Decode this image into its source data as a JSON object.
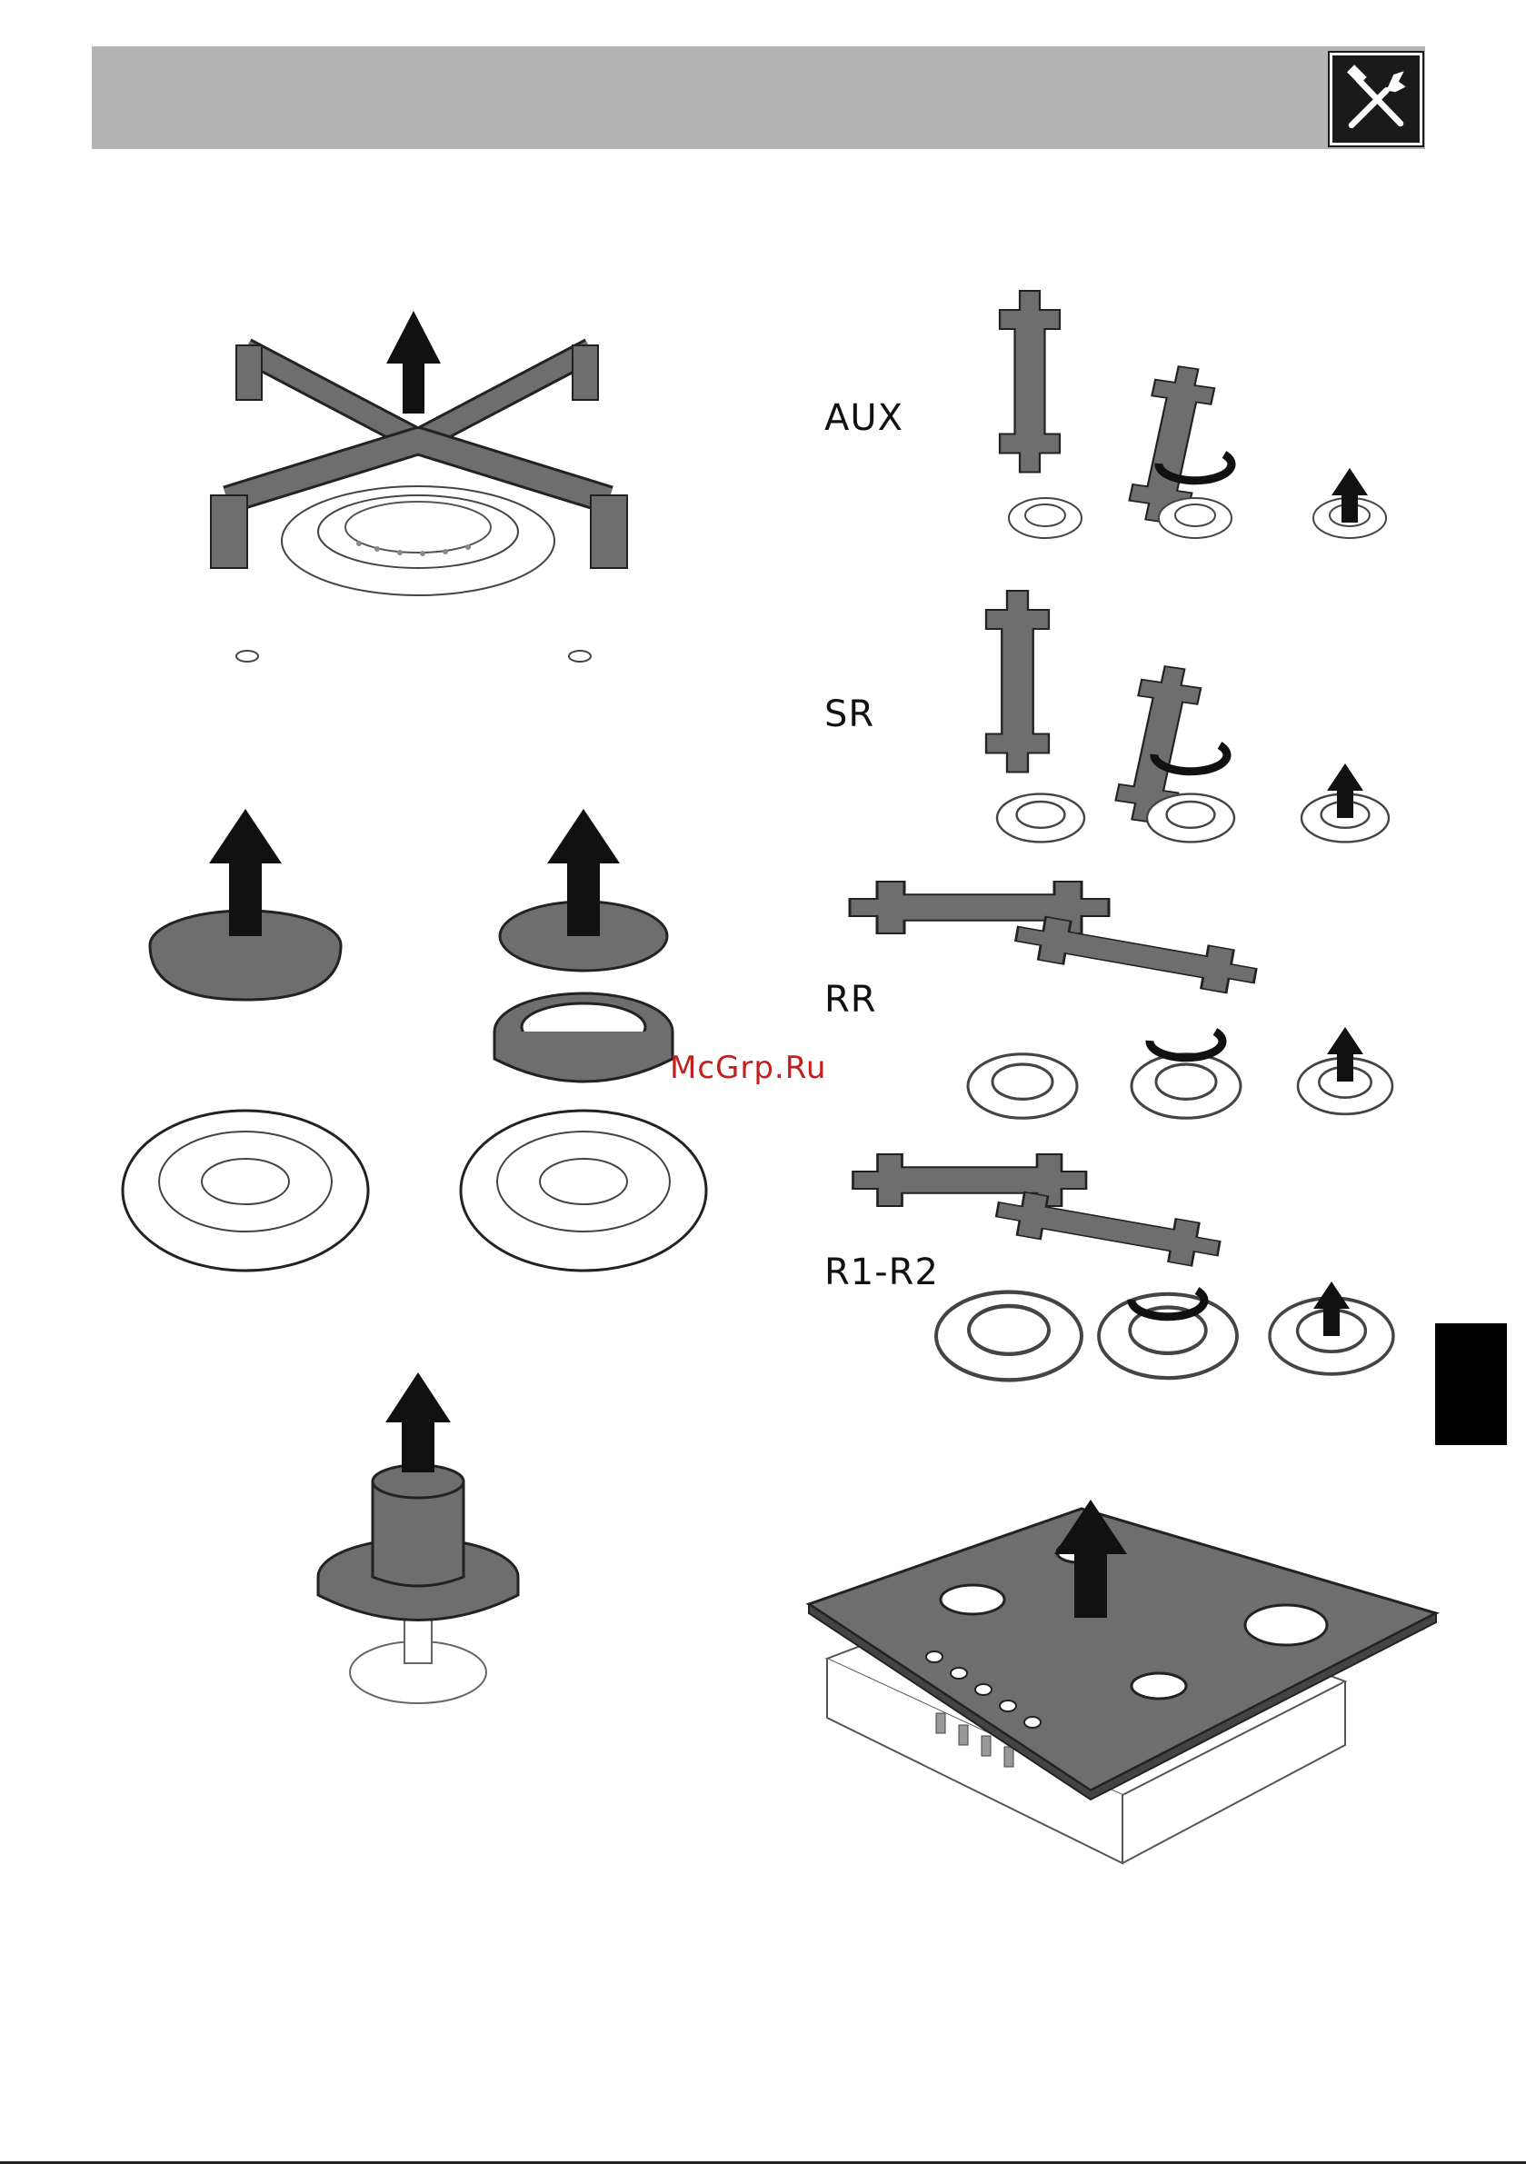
{
  "header": {
    "icon": "tools-icon"
  },
  "labels": {
    "aux": "AUX",
    "sr": "SR",
    "rr": "RR",
    "r1r2": "R1-R2"
  },
  "watermark": "McGrp.Ru",
  "colors": {
    "header_bar": "#b4b4b4",
    "part_fill": "#6e6e6e",
    "arrow": "#111111",
    "watermark": "#c21f1f",
    "side_tab": "#000000"
  }
}
